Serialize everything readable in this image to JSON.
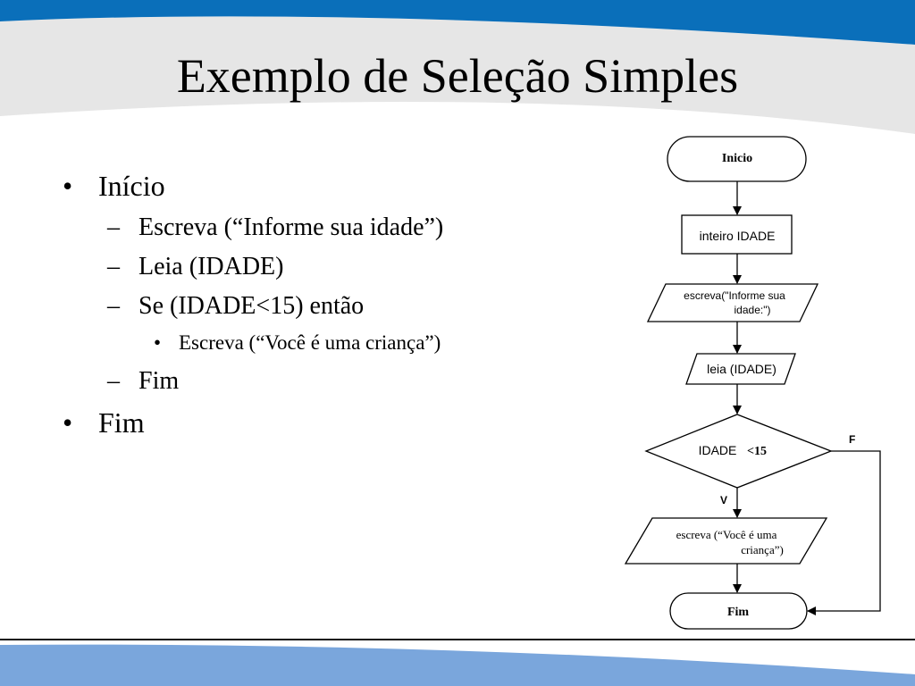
{
  "slide": {
    "title": "Exemplo de Seleção Simples",
    "colors": {
      "top_band": "#0a6fba",
      "bottom_band": "#7aa6dc",
      "light_band": "#e6e6e6"
    }
  },
  "bullets": {
    "inicio": "Início",
    "escreva": "Escreva (“Informe sua idade”)",
    "leia": "Leia (IDADE)",
    "se": "Se (IDADE<15) então",
    "escreva_crianca": "Escreva (“Você é uma criança”)",
    "fim_inner": "Fim",
    "fim_outer": "Fim"
  },
  "flowchart": {
    "start": "Inicio",
    "declare": "inteiro IDADE",
    "write1_line1": "escreva(\"Informe sua",
    "write1_line2": "idade:\")",
    "read": "leia (IDADE)",
    "decision_left": "IDADE",
    "decision_right": "<15",
    "false_label": "F",
    "true_label": "V",
    "write2_line1": "escreva (“Você é uma",
    "write2_line2": "criança”)",
    "end": "Fim"
  }
}
